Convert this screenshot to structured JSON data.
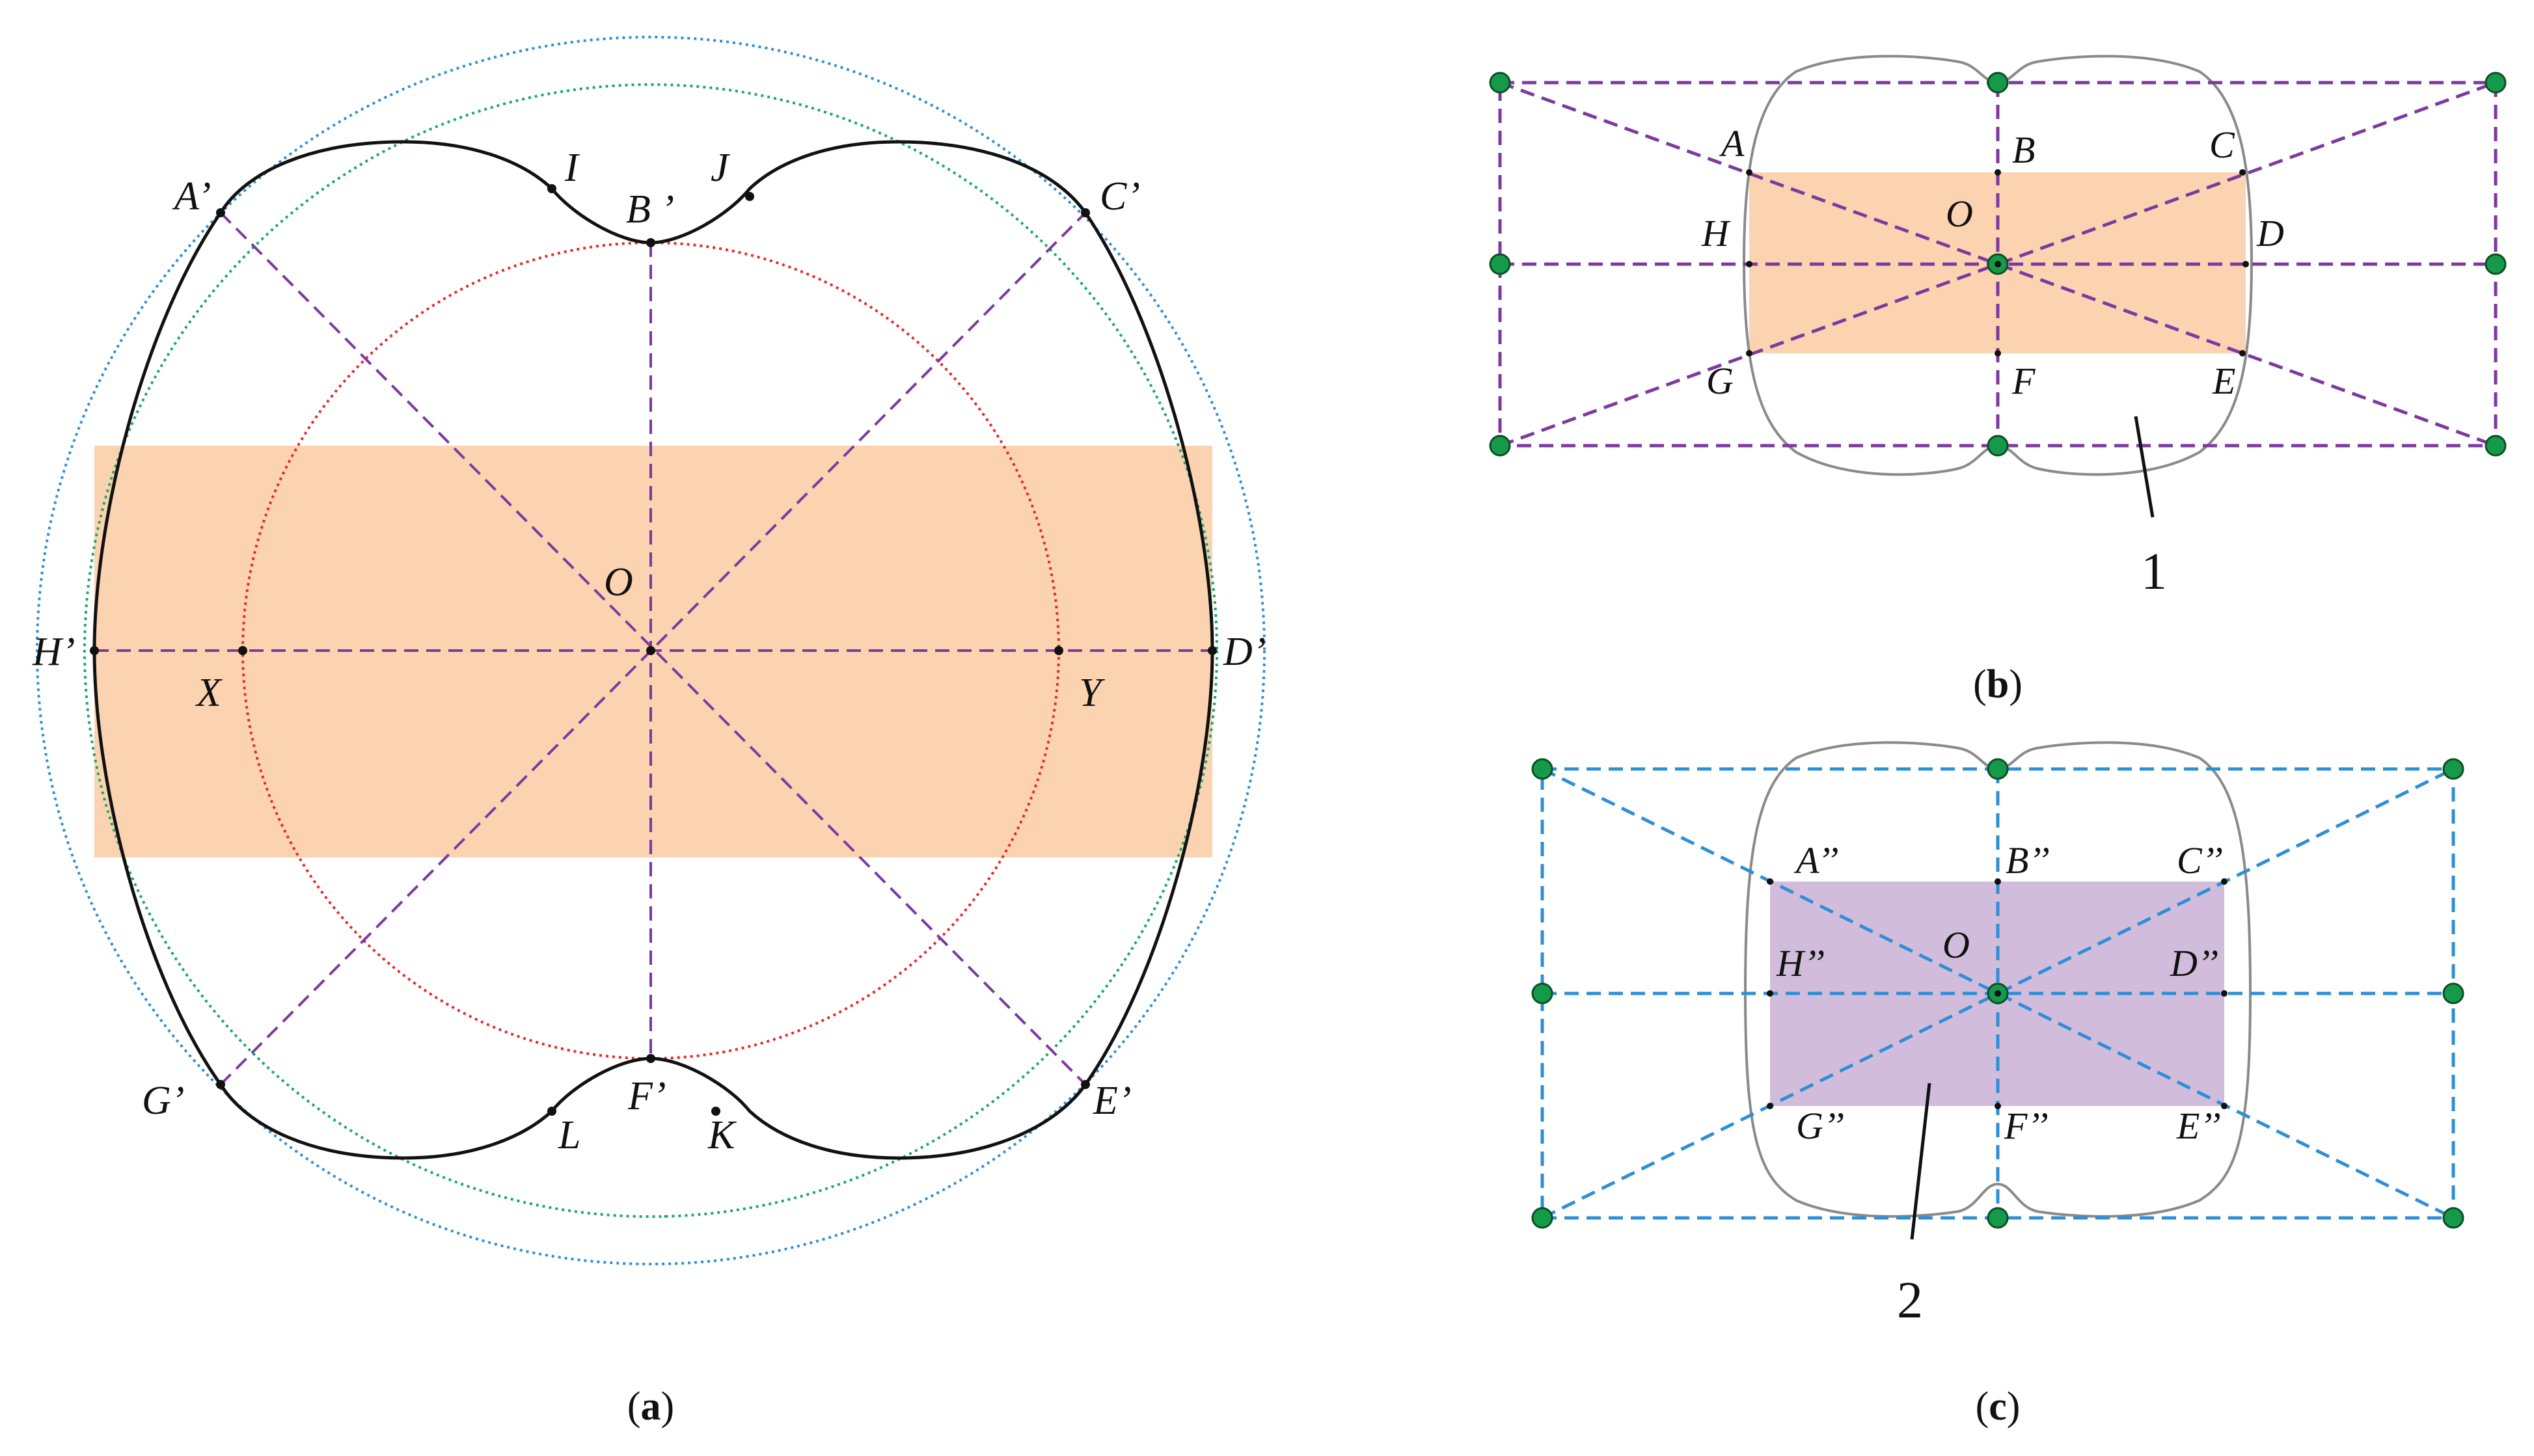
{
  "panels": {
    "a": {
      "caption": {
        "open": "(",
        "letter": "a",
        "close": ")"
      },
      "labels": {
        "A1": "A’",
        "B1": "B ’",
        "C1": "C’",
        "D1": "D’",
        "E1": "E’",
        "F1": "F’",
        "G1": "G’",
        "H1": "H’",
        "O": "O",
        "X": "X",
        "Y": "Y",
        "I": "I",
        "J": "J",
        "K": "K",
        "L": "L"
      }
    },
    "b": {
      "caption": {
        "open": "(",
        "letter": "b",
        "close": ")"
      },
      "labels": {
        "A": "A",
        "B": "B",
        "C": "C",
        "D": "D",
        "E": "E",
        "F": "F",
        "G": "G",
        "H": "H",
        "O": "O"
      },
      "callout": "1"
    },
    "c": {
      "caption": {
        "open": "(",
        "letter": "c",
        "close": ")"
      },
      "labels": {
        "A2": "A’’",
        "B2": "B’’",
        "C2": "C’’",
        "D2": "D’’",
        "E2": "E’’",
        "F2": "F’’",
        "G2": "G’’",
        "H2": "H’’",
        "O": "O"
      },
      "callout": "2"
    }
  },
  "colors": {
    "orange_fill": "#fcd3b1",
    "purple_fill": "#d2bcdc",
    "purple_dash": "#7d3a9e",
    "blue_dash": "#2e8fd6",
    "red_circle": "#e8282a",
    "green_circle": "#1aa86a",
    "blue_circle": "#2f8fd3",
    "node_green": "#159a4a",
    "outline_black": "#111111",
    "outline_gray": "#8a8a8a"
  }
}
